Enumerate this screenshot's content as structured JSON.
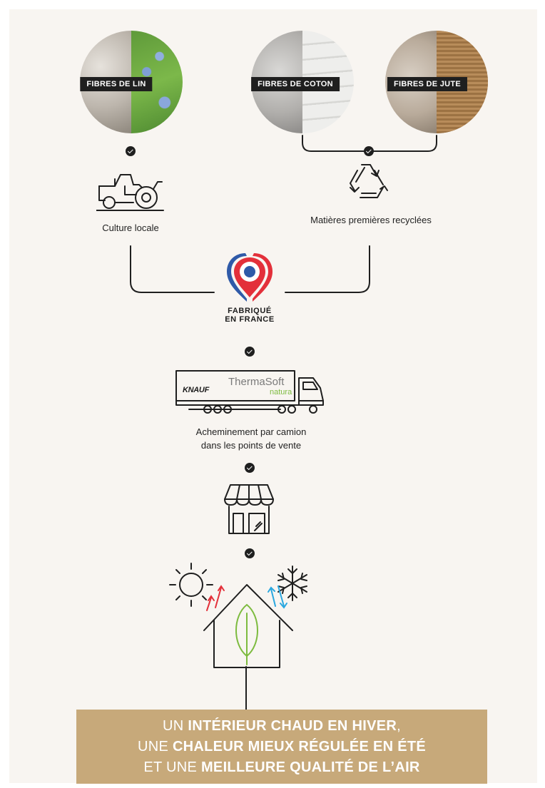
{
  "fibres": [
    {
      "label": "FIBRES DE LIN"
    },
    {
      "label": "FIBRES DE COTON"
    },
    {
      "label": "FIBRES DE JUTE"
    }
  ],
  "steps": {
    "culture": "Culture locale",
    "recycled": "Matières premières recyclées",
    "made_in_line1": "FABRIQUÉ",
    "made_in_line2": "EN FRANCE",
    "truck_brand": "KNAUF",
    "truck_product": "ThermaSoft",
    "truck_product_sub": "natura",
    "transport_line1": "Acheminement par camion",
    "transport_line2": "dans les points de vente"
  },
  "banner": {
    "l1_a": "UN ",
    "l1_b": "INTÉRIEUR CHAUD EN HIVER",
    "l1_c": ",",
    "l2_a": "UNE ",
    "l2_b": "CHALEUR MIEUX RÉGULÉE EN ÉTÉ",
    "l3_a": "ET UNE ",
    "l3_b": "MEILLEURE QUALITÉ DE L’AIR"
  },
  "colors": {
    "background": "#f8f5f1",
    "banner": "#c7a97a",
    "france_blue": "#2f5aa8",
    "france_red": "#e3303a",
    "leaf_green": "#7dbb3f",
    "arrow_red": "#e3303a",
    "arrow_blue": "#2aa7df"
  },
  "icons": [
    "tractor-icon",
    "recycle-icon",
    "map-pin-icon",
    "truck-icon",
    "shop-icon",
    "sun-icon",
    "snowflake-icon",
    "house-leaf-icon"
  ]
}
